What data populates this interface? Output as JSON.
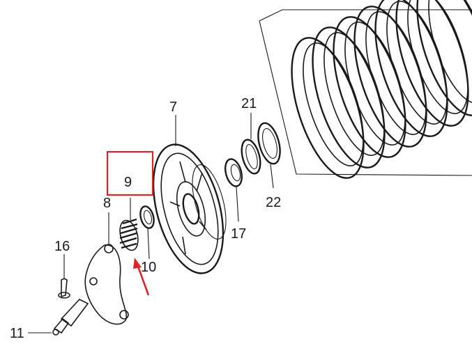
{
  "callouts": {
    "c7": "7",
    "c8": "8",
    "c9": "9",
    "c10": "10",
    "c11": "11",
    "c16": "16",
    "c17": "17",
    "c21": "21",
    "c22": "22"
  },
  "highlight": {
    "color": "#d92525",
    "target": "9"
  }
}
